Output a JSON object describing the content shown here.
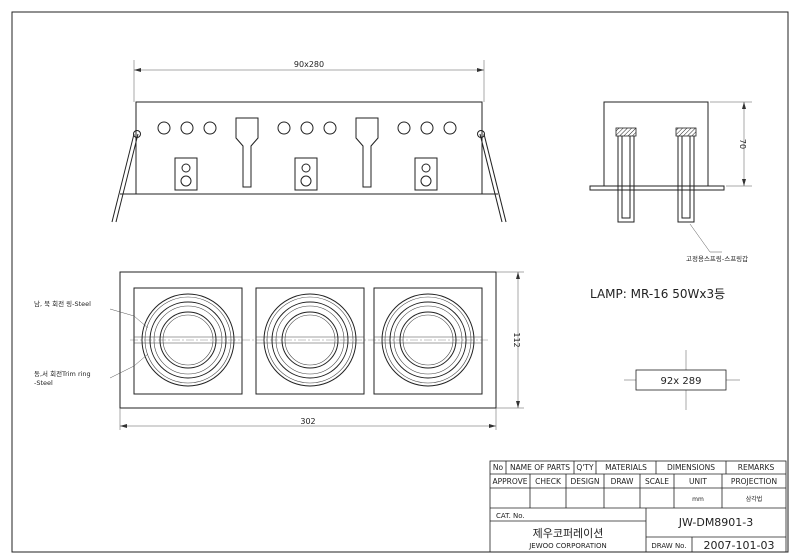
{
  "dimensions": {
    "top_width": "90x280",
    "bottom_width": "302",
    "plan_height": "112",
    "side_height": "70",
    "cutout": "92x 289"
  },
  "lamp_spec": "LAMP: MR-16 50Wx3등",
  "annotations": {
    "ring_north_south": "남, 북 회전 링-Steel",
    "ring_east_west_line1": "동,서 회전Trim ring",
    "ring_east_west_line2": "-Steel",
    "spring": "고정용스프링-스프링갑"
  },
  "title_block": {
    "headers": [
      "No",
      "NAME OF PARTS",
      "Q'TY",
      "MATERIALS",
      "DIMENSIONS",
      "REMARKS"
    ],
    "approvals": [
      "APPROVE",
      "CHECK",
      "DESIGN",
      "DRAW",
      "SCALE",
      "UNIT",
      "PROJECTION"
    ],
    "unit_value": "mm",
    "projection_value": "삼각법",
    "cat_label": "CAT. No.",
    "company_kr": "제우코퍼레이션",
    "company_en": "JEWOO CORPORATION",
    "model_no": "JW-DM8901-3",
    "draw_label": "DRAW No.",
    "draw_no": "2007-101-03"
  }
}
